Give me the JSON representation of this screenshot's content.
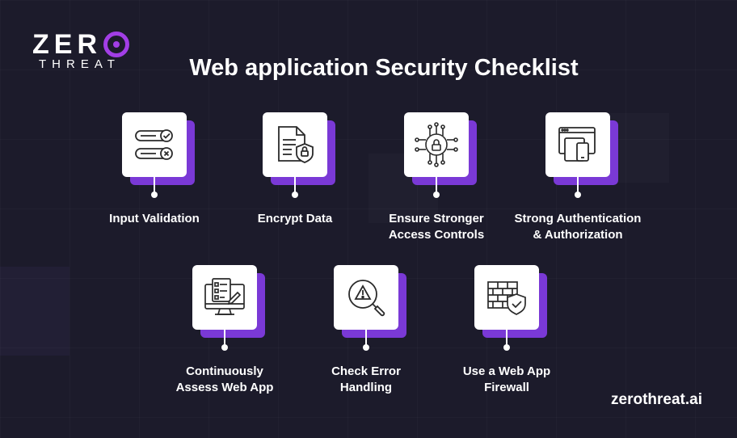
{
  "brand": {
    "logo_word": "ZER",
    "logo_sub": "THREAT",
    "accent_color": "#a23ee6",
    "shadow_color": "#7a39d6",
    "website": "zerothreat.ai"
  },
  "title": "Web application Security Checklist",
  "items": [
    {
      "icon": "input-validation-icon",
      "label_lines": [
        "Input Validation"
      ]
    },
    {
      "icon": "encrypt-document-icon",
      "label_lines": [
        "Encrypt Data"
      ]
    },
    {
      "icon": "circuit-lock-icon",
      "label_lines": [
        "Ensure Stronger",
        "Access Controls"
      ]
    },
    {
      "icon": "multi-device-icon",
      "label_lines": [
        "Strong Authentication",
        "& Authorization"
      ]
    },
    {
      "icon": "monitor-assess-icon",
      "label_lines": [
        "Continuously",
        "Assess Web App"
      ]
    },
    {
      "icon": "warning-magnifier-icon",
      "label_lines": [
        "Check Error",
        "Handling"
      ]
    },
    {
      "icon": "firewall-shield-icon",
      "label_lines": [
        "Use a Web App",
        "Firewall"
      ]
    }
  ]
}
